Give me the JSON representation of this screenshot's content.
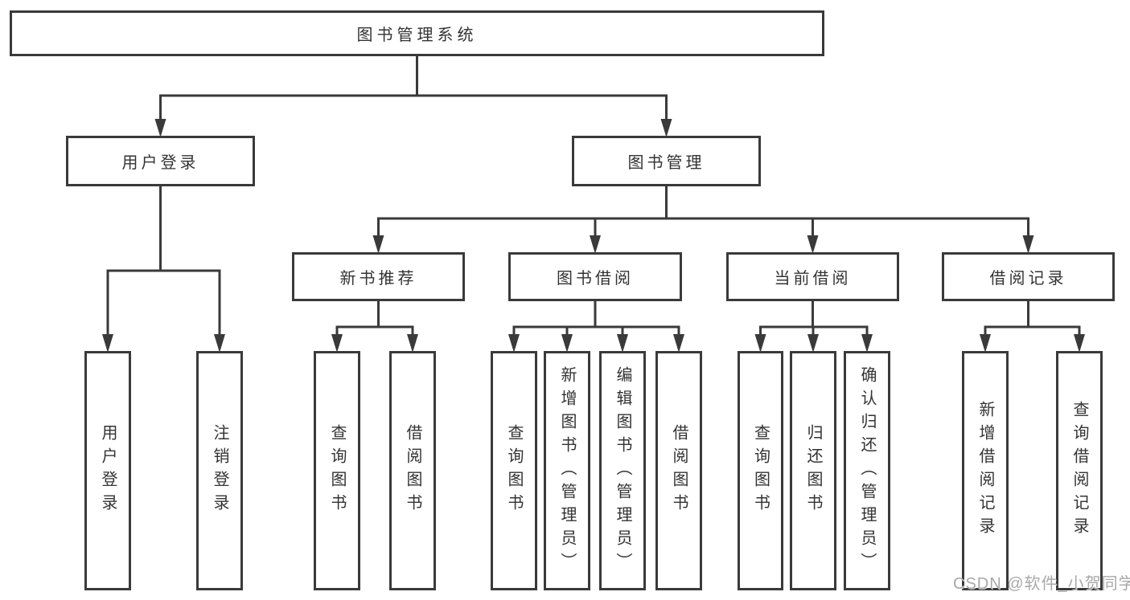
{
  "diagram": {
    "nodes": [
      {
        "id": "root",
        "label": "图书管理系统",
        "parent": null
      },
      {
        "id": "user-login",
        "label": "用户登录",
        "parent": "root"
      },
      {
        "id": "book-mgmt",
        "label": "图书管理",
        "parent": "root"
      },
      {
        "id": "new-book-rec",
        "label": "新书推荐",
        "parent": "book-mgmt"
      },
      {
        "id": "book-borrow",
        "label": "图书借阅",
        "parent": "book-mgmt"
      },
      {
        "id": "current-borrow",
        "label": "当前借阅",
        "parent": "book-mgmt"
      },
      {
        "id": "borrow-records",
        "label": "借阅记录",
        "parent": "book-mgmt"
      },
      {
        "id": "leaf-user-login",
        "label": "用户登录",
        "parent": "user-login"
      },
      {
        "id": "leaf-logout",
        "label": "注销登录",
        "parent": "user-login"
      },
      {
        "id": "leaf-query-book-1",
        "label": "查询图书",
        "parent": "new-book-rec"
      },
      {
        "id": "leaf-borrow-book-1",
        "label": "借阅图书",
        "parent": "new-book-rec"
      },
      {
        "id": "leaf-query-book-2",
        "label": "查询图书",
        "parent": "book-borrow"
      },
      {
        "id": "leaf-add-book",
        "label": "新增图书（管理员）",
        "parent": "book-borrow"
      },
      {
        "id": "leaf-edit-book",
        "label": "编辑图书（管理员）",
        "parent": "book-borrow"
      },
      {
        "id": "leaf-borrow-book-2",
        "label": "借阅图书",
        "parent": "book-borrow"
      },
      {
        "id": "leaf-query-book-3",
        "label": "查询图书",
        "parent": "current-borrow"
      },
      {
        "id": "leaf-return-book",
        "label": "归还图书",
        "parent": "current-borrow"
      },
      {
        "id": "leaf-confirm-return",
        "label": "确认归还（管理员）",
        "parent": "current-borrow"
      },
      {
        "id": "leaf-add-borrow-record",
        "label": "新增借阅记录",
        "parent": "borrow-records"
      },
      {
        "id": "leaf-query-borrow-record",
        "label": "查询借阅记录",
        "parent": "borrow-records"
      }
    ],
    "watermark": "CSDN @软件_小贺同学",
    "colors": {
      "line": "#3a3a3a",
      "text": "#333333",
      "background": "#ffffff",
      "watermark": "#a8a8a8"
    }
  }
}
